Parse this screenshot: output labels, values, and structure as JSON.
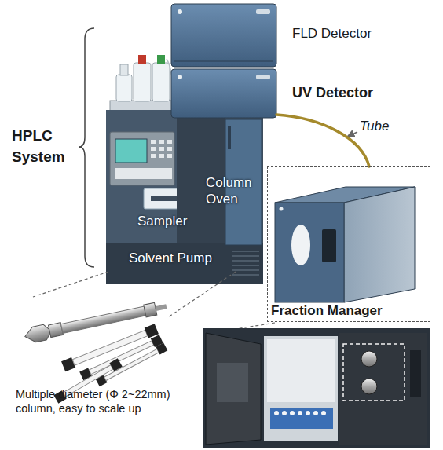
{
  "diagram": {
    "nodes": [
      {
        "text": [
          "FLD Detector"
        ]
      },
      {
        "text": [
          "UV Detector"
        ]
      },
      {
        "text": [
          "Fraction Manager"
        ]
      }
    ],
    "edges": [
      {
        "from": 1,
        "to": 2,
        "arrow": "none"
      }
    ],
    "labels": [
      "HPLC System",
      "Column Oven",
      "Sampler",
      "Solvent Pump",
      "Tube",
      "Multiple diameter (Φ 2~22mm) column, easy to scale up"
    ]
  }
}
